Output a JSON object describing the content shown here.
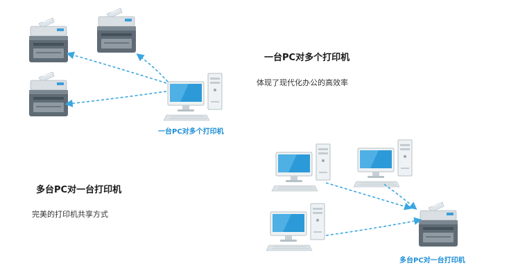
{
  "top_scene": {
    "heading": "一台PC对多个打印机",
    "description": "体现了现代化办公的高效率",
    "caption": "一台PC对多个打印机"
  },
  "bottom_scene": {
    "heading": "多台PC对一台打印机",
    "description": "完美的打印机共享方式",
    "caption": "多台PC对一台打印机"
  },
  "colors": {
    "connector": "#3aa7e0",
    "caption_text": "#1e8ed6",
    "screen": "#2c9ad8",
    "printer_body": "#5f6b74"
  },
  "icons": {
    "computer": "desktop-computer-icon",
    "printer": "printer-icon"
  }
}
